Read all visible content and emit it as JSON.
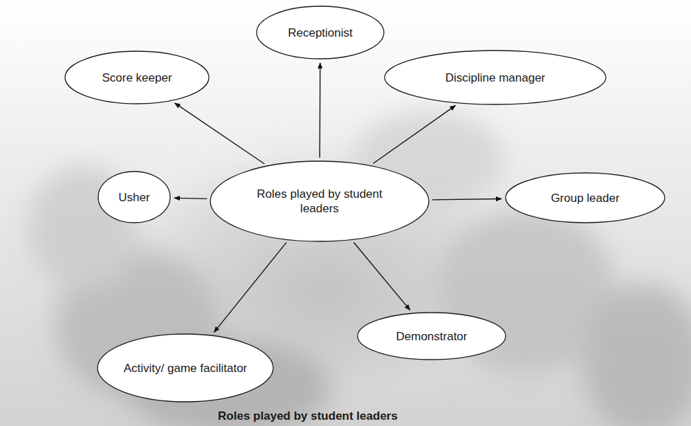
{
  "diagram": {
    "caption": "Roles played by student leaders",
    "nodes": [
      {
        "text": [
          "Receptionist"
        ]
      },
      {
        "text": [
          "Score keeper"
        ]
      },
      {
        "text": [
          "Discipline manager"
        ]
      },
      {
        "text": [
          "Usher"
        ]
      },
      {
        "text": [
          "Roles played by student leaders"
        ]
      },
      {
        "text": [
          "Group leader"
        ]
      },
      {
        "text": [
          "Activity/ game facilitator"
        ]
      },
      {
        "text": [
          "Demonstrator"
        ]
      }
    ],
    "edges": [
      {
        "from": 4,
        "to": 0,
        "arrow": "to"
      },
      {
        "from": 4,
        "to": 1,
        "arrow": "to"
      },
      {
        "from": 4,
        "to": 2,
        "arrow": "to"
      },
      {
        "from": 4,
        "to": 3,
        "arrow": "to"
      },
      {
        "from": 4,
        "to": 5,
        "arrow": "to"
      },
      {
        "from": 4,
        "to": 6,
        "arrow": "to"
      },
      {
        "from": 4,
        "to": 7,
        "arrow": "to"
      }
    ]
  }
}
